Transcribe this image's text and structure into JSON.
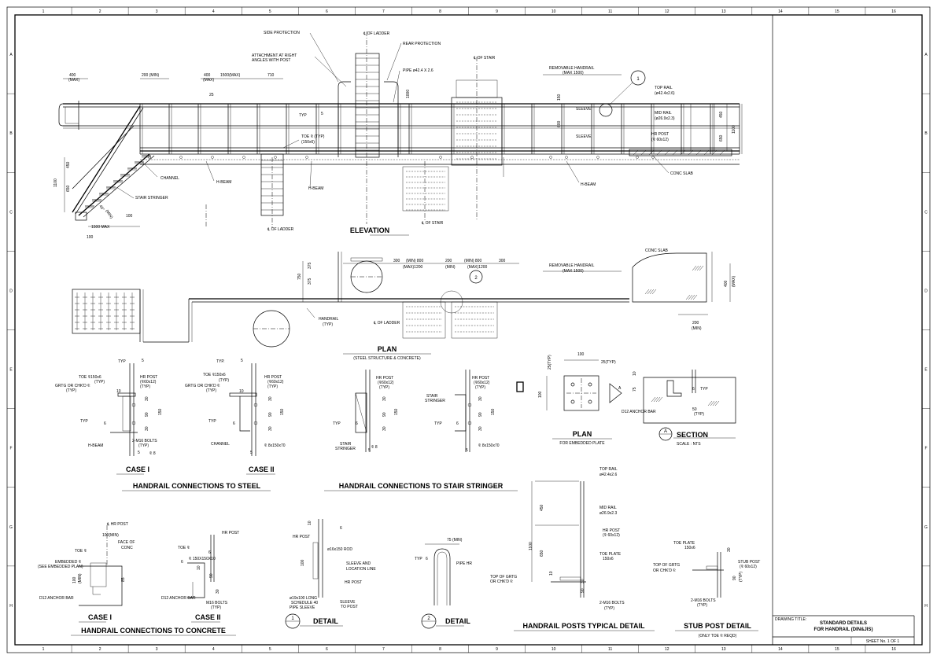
{
  "frame": {
    "columns": [
      "1",
      "2",
      "3",
      "4",
      "5",
      "6",
      "7",
      "8",
      "9",
      "10",
      "11",
      "12",
      "13",
      "14",
      "15",
      "16"
    ],
    "rows": [
      "A",
      "B",
      "C",
      "D",
      "E",
      "F",
      "G",
      "H"
    ]
  },
  "elevation": {
    "title": "ELEVATION",
    "dims": [
      "400",
      "(MAX)",
      "200 (MIN)",
      "400",
      "(MAX)",
      "1500(MAX)",
      "710",
      "25",
      "1000",
      "150",
      "600",
      "450",
      "650",
      "1100",
      "1100",
      "450",
      "650",
      "100",
      "1500 MAX",
      "100",
      "45°",
      "(MIN)"
    ],
    "labels": {
      "side_protection": "SIDE PROTECTION",
      "cl_ladder_top": "℄ OF LADDER",
      "rear_protection": "REAR PROTECTION",
      "attachment": "ATTACHMENT AT RIGHT",
      "attachment2": "ANGLES WITH POST",
      "pipe": "PIPE ø42.4 X 2.6",
      "cl_stair_top": "℄ OF STAIR",
      "removable_handrail": "REMOVABLE HANDRAIL",
      "removable_max": "(MAX 1500)",
      "callout1": "1",
      "top_rail": "TOP RAIL",
      "top_rail_size": "(ø42.4x2.6)",
      "sleeve1": "SLEEVE",
      "sleeve2": "SLEEVE",
      "mid_rail": "MID RAIL",
      "mid_rail_size": "(ø26.9x2.3)",
      "hr_post": "HR POST",
      "hr_post_size": "(⅊ 60x12)",
      "typ": "TYP",
      "typ_num": "5",
      "toe_plate": "TOE ⅊ (TYP)",
      "toe_plate_size": "(150x6)",
      "channel": "CHANNEL",
      "h_beam1": "H-BEAM",
      "h_beam2": "H-BEAM",
      "h_beam3": "H-BEAM",
      "stair_stringer": "STAIR STRINGER",
      "conc_slab": "CONC SLAB",
      "cl_ladder_bottom": "℄ OF LADDER",
      "cl_stair_bottom": "℄ OF STAIR"
    }
  },
  "plan": {
    "title": "PLAN",
    "subtitle": "(STEEL STRUCTURE & CONCRETE)",
    "dims": [
      "750",
      "375",
      "375",
      "300",
      "(MIN) 800",
      "(MAX)1200",
      "200",
      "(MIN)",
      "(MIN) 800",
      "(MAX)1200",
      "300",
      "400",
      "(MAX)",
      "200",
      "(MIN)"
    ],
    "labels": {
      "removable_handrail": "REMOVABLE HANDRAIL",
      "removable_max": "(MAX 1500)",
      "callout2": "2",
      "handrail": "HANDRAIL",
      "handrail_typ": "(TYP)",
      "cl_ladder": "℄ OF LADDER",
      "conc_slab": "CONC SLAB"
    }
  },
  "steel": {
    "title": "HANDRAIL CONNECTIONS TO STEEL",
    "case1": {
      "title": "CASE I",
      "labels": [
        "TYP",
        "5",
        "TOE ⅊150x6",
        "(TYP)",
        "HR POST",
        "(⅊60x12)",
        "(TYP)",
        "GRTG OR CHK'D ⅊",
        "(TYP)",
        "10",
        "30",
        "90",
        "30",
        "150",
        "TYP",
        "6",
        "2-M16 BOLTS",
        "(TYP)",
        "H-BEAM",
        "5",
        "⅊ 8"
      ]
    },
    "case2": {
      "title": "CASE II",
      "labels": [
        "TYP.",
        "5",
        "TOE ⅊150x6",
        "(TYP)",
        "HR POST",
        "(⅊60x12)",
        "(TYP)",
        "GRTG OR CHK'D ⅊",
        "(TYP)",
        "10",
        "30",
        "90",
        "30",
        "150",
        "TYP",
        "6",
        "CHANNEL",
        "5",
        "⅊ 8x150x70"
      ]
    }
  },
  "stringer": {
    "title": "HANDRAIL CONNECTIONS TO STAIR STRINGER",
    "left": {
      "labels": [
        "HR POST",
        "(⅊60x12)",
        "(TYP)",
        "30",
        "90",
        "30",
        "150",
        "TYP",
        "6",
        "STAIR",
        "STRINGER",
        "5",
        "⅊ 8"
      ]
    },
    "right": {
      "labels": [
        "HR POST",
        "(⅊60x12)",
        "(TYP)",
        "STAIR",
        "STRINGER",
        "30",
        "90",
        "30",
        "150",
        "TYP",
        "6",
        "5",
        "⅊ 8x150x70"
      ]
    }
  },
  "embedded_plate": {
    "title": "PLAN",
    "subtitle": "FOR EMBEDDED PLATE",
    "dims": [
      "100",
      "25(TYP)",
      "25(TYP)",
      "100"
    ]
  },
  "section_a": {
    "marker": "A",
    "title": "SECTION",
    "scale": "SCALE : NTS",
    "labels": [
      "10",
      "75",
      "6",
      "TYP",
      "50",
      "(TYP)",
      "D12 ANCHOR BAR",
      "A"
    ]
  },
  "concrete": {
    "title": "HANDRAIL CONNECTIONS TO CONCRETE",
    "case1": {
      "title": "CASE I",
      "labels": [
        "℄ HR POST",
        "100(MIN)",
        "FACE OF",
        "CONC",
        "TOE ⅊",
        "EMBEDDED ⅊",
        "(SEE EMBEDDED PLAN)",
        "100",
        "(MIN)",
        "85",
        "D12 ANCHOR BAR"
      ]
    },
    "case2": {
      "title": "CASE II",
      "labels": [
        "HR POST",
        "TOE ⅊",
        "6",
        "⅊ 150X150X10",
        "6",
        "10",
        "90",
        "30",
        "D12 ANCHOR BAR",
        "M16 BOLTS",
        "(TYP)"
      ]
    }
  },
  "detail1": {
    "marker": "1",
    "title": "DETAIL",
    "labels": [
      "HR POST",
      "6",
      "10",
      "100",
      "ø16x150 ROD",
      "SLEEVE AND",
      "LOCATION LINE",
      "HR POST",
      "ø19x100 LONG",
      "SCHEDULE 40",
      "PIPE SLEEVE",
      "SLEEVE",
      "TO POST"
    ]
  },
  "detail2": {
    "marker": "2",
    "title": "DETAIL",
    "labels": [
      "75 (MIN)",
      "TYP",
      "6",
      "PIPE HR"
    ]
  },
  "typical": {
    "title": "HANDRAIL POSTS TYPICAL DETAIL",
    "labels": [
      "TOP RAIL",
      "ø42.4x2.6",
      "MID RAIL",
      "ø26.9x2.3",
      "HR POST",
      "(⅊ 60x12)",
      "TOE PLATE",
      "150x6",
      "450",
      "650",
      "1100",
      "TOP OF GRTG",
      "OR CHK'D ⅊",
      "10",
      "30",
      "90",
      "2-M16 BOLTS",
      "(TYP)"
    ]
  },
  "stub": {
    "title": "STUB POST DETAIL",
    "subtitle": "(ONLY TOE ⅊ REQD)",
    "labels": [
      "TOE PLATE",
      "150x6",
      "STUB POST",
      "(⅊ 60x12)",
      "TOP OF GRTG",
      "OR CHK'D ⅊",
      "30",
      "90",
      "(TYP)",
      "2-M16 BOLTS",
      "(TYP)"
    ]
  },
  "title_block": {
    "drawing_title_label": "DRAWING TITLE:",
    "line1": "STANDARD DETAILS",
    "line2": "FOR HANDRAIL (DIN&JIS)",
    "sheet": "SHEET No. 1 OF 1"
  }
}
